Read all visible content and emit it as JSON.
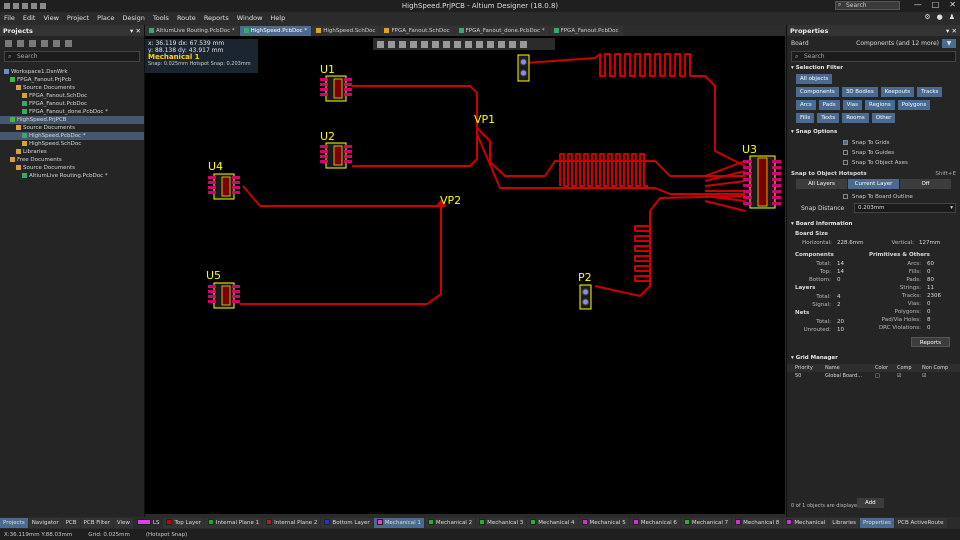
{
  "app": {
    "title": "HighSpeed.PrjPCB - Altium Designer (18.0.8)",
    "search_placeholder": "Search",
    "menu": [
      "File",
      "Edit",
      "View",
      "Project",
      "Place",
      "Design",
      "Tools",
      "Route",
      "Reports",
      "Window",
      "Help"
    ]
  },
  "projects_panel": {
    "title": "Projects",
    "search_placeholder": "Search",
    "tree": [
      {
        "label": "Workspace1.DsnWrk",
        "indent": 0,
        "selected": false,
        "icon": "workspace-icon"
      },
      {
        "label": "FPGA_Fanout.PrjPcb",
        "indent": 1,
        "selected": false,
        "icon": "project-icon"
      },
      {
        "label": "Source Documents",
        "indent": 2,
        "selected": false,
        "icon": "folder-icon"
      },
      {
        "label": "FPGA_Fanout.SchDoc",
        "indent": 3,
        "selected": false,
        "icon": "schdoc-icon"
      },
      {
        "label": "FPGA_Fanout.PcbDoc",
        "indent": 3,
        "selected": false,
        "icon": "pcbdoc-icon"
      },
      {
        "label": "FPGA_Fanout_done.PcbDoc *",
        "indent": 3,
        "selected": false,
        "icon": "pcbdoc-icon"
      },
      {
        "label": "HighSpeed.PrjPCB",
        "indent": 1,
        "selected": true,
        "icon": "project-icon"
      },
      {
        "label": "Source Documents",
        "indent": 2,
        "selected": false,
        "icon": "folder-icon"
      },
      {
        "label": "HighSpeed.PcbDoc *",
        "indent": 3,
        "selected": true,
        "icon": "pcbdoc-icon"
      },
      {
        "label": "HighSpeed.SchDoc",
        "indent": 3,
        "selected": false,
        "icon": "schdoc-icon"
      },
      {
        "label": "Libraries",
        "indent": 2,
        "selected": false,
        "icon": "folder-icon"
      },
      {
        "label": "Free Documents",
        "indent": 1,
        "selected": false,
        "icon": "folder-icon"
      },
      {
        "label": "Source Documents",
        "indent": 2,
        "selected": false,
        "icon": "folder-icon"
      },
      {
        "label": "AltiumLive Routing.PcbDoc *",
        "indent": 3,
        "selected": false,
        "icon": "pcbdoc-icon"
      }
    ]
  },
  "doc_tabs": [
    {
      "label": "AltiumLive Routing.PcbDoc *",
      "active": false,
      "icon": "pcbdoc-icon"
    },
    {
      "label": "HighSpeed.PcbDoc *",
      "active": true,
      "icon": "pcbdoc-icon"
    },
    {
      "label": "HighSpeed.SchDoc",
      "active": false,
      "icon": "schdoc-icon"
    },
    {
      "label": "FPGA_Fanout.SchDoc",
      "active": false,
      "icon": "schdoc-icon"
    },
    {
      "label": "FPGA_Fanout_done.PcbDoc *",
      "active": false,
      "icon": "pcbdoc-icon"
    },
    {
      "label": "FPGA_Fanout.PcbDoc",
      "active": false,
      "icon": "pcbdoc-icon"
    }
  ],
  "coords": {
    "line1": "x: 36.119   dx: 67.539 mm",
    "line2": "y: 88.138   dy: 43.917 mm",
    "layer": "Mechanical 1",
    "snap": "Snap: 0.025mm Hotspot Snap: 0.203mm"
  },
  "pcb": {
    "designators": [
      "U1",
      "U2",
      "U4",
      "U5",
      "U3",
      "VP1",
      "VP2",
      "P2"
    ],
    "trace_color": "#cc0000",
    "label_color": "#ffff00"
  },
  "properties": {
    "title": "Properties",
    "board_label": "Board",
    "filter_label": "Components (and 12 more)",
    "search_placeholder": "Search",
    "selection_filter_title": "Selection Filter",
    "all_objects": "All objects",
    "filter_buttons": [
      "Components",
      "3D Bodies",
      "Keepouts",
      "Tracks",
      "Arcs",
      "Pads",
      "Vias",
      "Regions",
      "Polygons",
      "Fills",
      "Texts",
      "Rooms",
      "Other"
    ],
    "snap_options_title": "Snap Options",
    "snap_checks": [
      {
        "label": "Snap To Grids",
        "checked": true
      },
      {
        "label": "Snap To Guides",
        "checked": false
      },
      {
        "label": "Snap To Object Axes",
        "checked": false
      }
    ],
    "hotspots_title": "Snap to Object Hotspots",
    "hotspots_shortcut": "Shift+E",
    "hotspot_modes": [
      "All Layers",
      "Current Layer",
      "Off"
    ],
    "board_outline_check": "Snap To Board Outline",
    "snap_distance_label": "Snap Distance",
    "snap_distance_value": "0.203mm",
    "board_info_title": "Board Information",
    "board_size_label": "Board Size",
    "horizontal_label": "Horizontal:",
    "horizontal_value": "228.6mm",
    "vertical_label": "Vertical:",
    "vertical_value": "127mm",
    "components_label": "Components",
    "components": [
      {
        "k": "Total:",
        "v": "14"
      },
      {
        "k": "Top:",
        "v": "14"
      },
      {
        "k": "Bottom:",
        "v": "0"
      }
    ],
    "layers_label": "Layers",
    "layers": [
      {
        "k": "Total:",
        "v": "4"
      },
      {
        "k": "Signal:",
        "v": "2"
      }
    ],
    "nets_label": "Nets",
    "nets": [
      {
        "k": "Total:",
        "v": "20"
      },
      {
        "k": "Unrouted:",
        "v": "10"
      }
    ],
    "primitives_label": "Primitives & Others",
    "primitives": [
      {
        "k": "Arcs:",
        "v": "60"
      },
      {
        "k": "Fills:",
        "v": "0"
      },
      {
        "k": "Pads:",
        "v": "80"
      },
      {
        "k": "Strings:",
        "v": "11"
      },
      {
        "k": "Tracks:",
        "v": "2306"
      },
      {
        "k": "Vias:",
        "v": "0"
      },
      {
        "k": "Polygons:",
        "v": "0"
      },
      {
        "k": "Pad/Via Holes:",
        "v": "8"
      },
      {
        "k": "DRC Violations:",
        "v": "0"
      }
    ],
    "reports_button": "Reports",
    "grid_manager_title": "Grid Manager",
    "grid_headers": [
      "Priority",
      "Name",
      "Color",
      "Comp",
      "Non Comp"
    ],
    "grid_row": {
      "priority": "50",
      "name": "Global Board..."
    },
    "selected_status": "0 of 1 objects are displayed",
    "add_button": "Add"
  },
  "bottom_tabs": {
    "left": [
      "Projects",
      "Navigator",
      "PCB",
      "PCB Filter",
      "View"
    ],
    "ls": "LS",
    "layers": [
      {
        "label": "Top Layer",
        "color": "#cc0000"
      },
      {
        "label": "Internal Plane 1",
        "color": "#22aa22"
      },
      {
        "label": "Internal Plane 2",
        "color": "#aa2222"
      },
      {
        "label": "Bottom Layer",
        "color": "#2233cc"
      },
      {
        "label": "Mechanical 1",
        "color": "#e040e0"
      },
      {
        "label": "Mechanical 2",
        "color": "#33aa33"
      },
      {
        "label": "Mechanical 3",
        "color": "#33aa33"
      },
      {
        "label": "Mechanical 4",
        "color": "#33aa33"
      },
      {
        "label": "Mechanical 5",
        "color": "#cc33cc"
      },
      {
        "label": "Mechanical 6",
        "color": "#cc33cc"
      },
      {
        "label": "Mechanical 7",
        "color": "#33aa33"
      },
      {
        "label": "Mechanical 8",
        "color": "#cc33cc"
      },
      {
        "label": "Mechanical",
        "color": "#cc33cc"
      }
    ],
    "right": [
      "Libraries",
      "Properties",
      "PCB ActiveRoute"
    ]
  },
  "status": {
    "coords": "X:36.119mm Y:88.03mm",
    "grid": "Grid: 0.025mm",
    "snap": "(Hotspot Snap)"
  }
}
